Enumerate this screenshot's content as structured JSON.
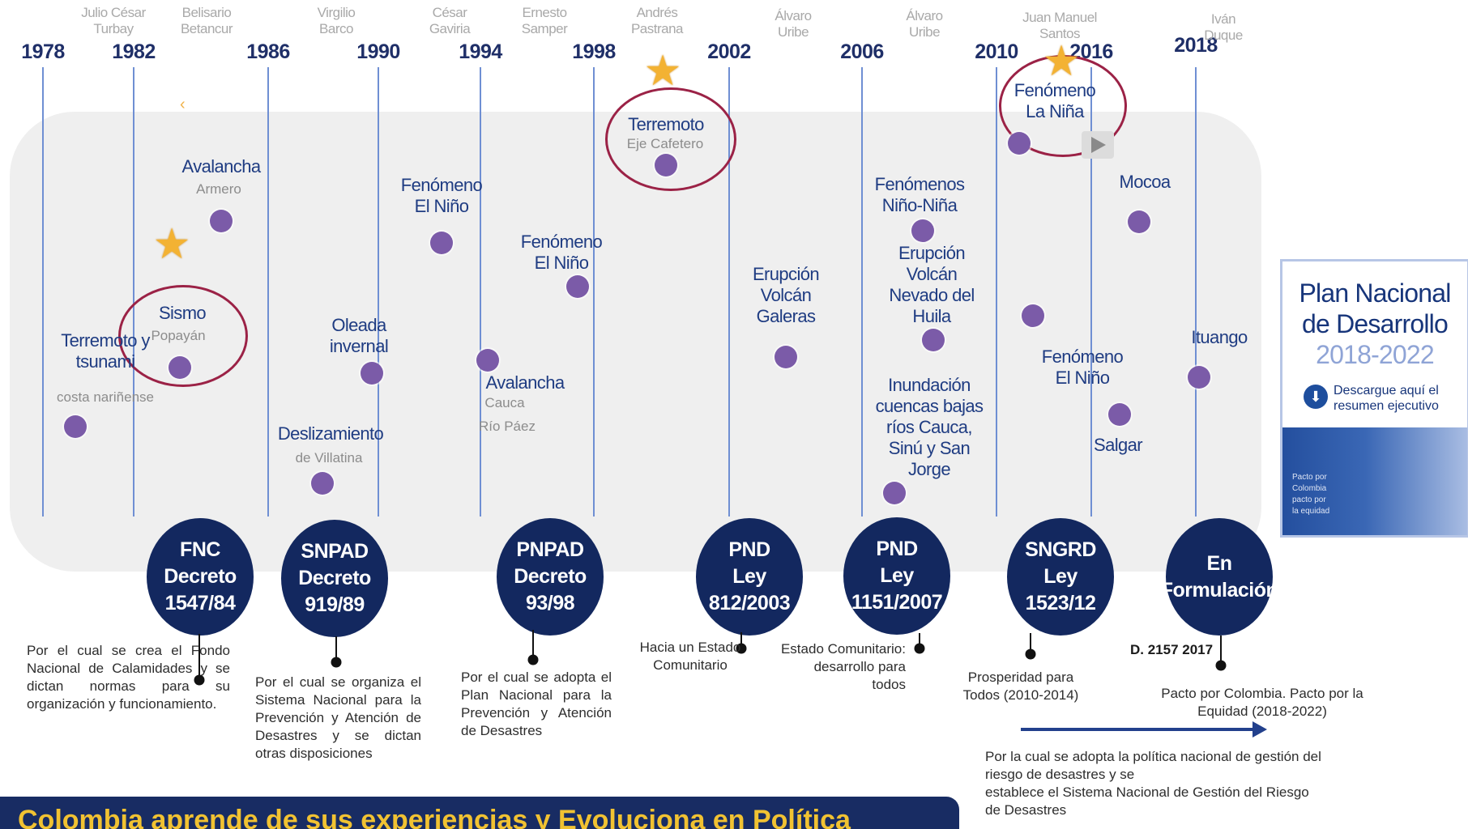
{
  "years": [
    "1978",
    "1982",
    "1986",
    "1990",
    "1994",
    "1998",
    "2002",
    "2006",
    "2010",
    "2016",
    "2018"
  ],
  "presidents": [
    {
      "lines": [
        "Julio César",
        "Turbay"
      ]
    },
    {
      "lines": [
        "Belisario",
        "Betancur"
      ]
    },
    {
      "lines": [
        "Virgilio",
        "Barco"
      ]
    },
    {
      "lines": [
        "César",
        "Gaviria"
      ]
    },
    {
      "lines": [
        "Ernesto",
        "Samper"
      ]
    },
    {
      "lines": [
        "Andrés",
        "Pastrana"
      ]
    },
    {
      "lines": [
        "Álvaro",
        "Uribe"
      ]
    },
    {
      "lines": [
        "Álvaro",
        "Uribe"
      ]
    },
    {
      "lines": [
        "Juan Manuel",
        "Santos"
      ]
    },
    {
      "lines": [
        "Iván",
        "Duque"
      ]
    }
  ],
  "events": {
    "terremoto_tsunami": {
      "title": [
        "Terremoto y",
        "tsunami"
      ],
      "sub": "costa nariñense"
    },
    "sismo": {
      "title": [
        "Sismo"
      ],
      "sub": "Popayán"
    },
    "avalancha_armero": {
      "title": [
        "Avalancha"
      ],
      "sub": "Armero"
    },
    "deslizamiento": {
      "title": [
        "Deslizamiento"
      ],
      "sub": "de Villatina"
    },
    "oleada": {
      "title": [
        "Oleada",
        "invernal"
      ]
    },
    "nino_1": {
      "title": [
        "Fenómeno",
        "El Niño"
      ]
    },
    "avalancha_cauca": {
      "title": [
        "Avalancha"
      ],
      "sub1": "Cauca",
      "sub2": "Río Páez"
    },
    "nino_2": {
      "title": [
        "Fenómeno",
        "El Niño"
      ]
    },
    "terremoto_cafetero": {
      "title": [
        "Terremoto"
      ],
      "sub": "Eje Cafetero"
    },
    "galeras": {
      "title": [
        "Erupción",
        "Volcán",
        "Galeras"
      ]
    },
    "nino_nina": {
      "title": [
        "Fenómenos",
        "Niño-Niña"
      ]
    },
    "huila": {
      "title": [
        "Erupción",
        "Volcán",
        "Nevado del",
        "Huila"
      ]
    },
    "inundacion": {
      "title": [
        "Inundación",
        "cuencas bajas",
        "ríos Cauca,",
        "Sinú y San",
        "Jorge"
      ]
    },
    "la_nina": {
      "title": [
        "Fenómeno",
        "La Niña"
      ]
    },
    "nino_3": {
      "title": [
        "Fenómeno",
        "El Niño"
      ]
    },
    "salgar": {
      "title": [
        "Salgar"
      ]
    },
    "mocoa": {
      "title": [
        "Mocoa"
      ]
    },
    "ituango": {
      "title": [
        "Ituango"
      ]
    }
  },
  "milestones": [
    {
      "lines": [
        "FNC",
        "Decreto",
        "1547/84"
      ]
    },
    {
      "lines": [
        "SNPAD",
        "Decreto",
        "919/89"
      ]
    },
    {
      "lines": [
        "PNPAD",
        "Decreto",
        "93/98"
      ]
    },
    {
      "lines": [
        "PND",
        "Ley",
        "812/2003"
      ]
    },
    {
      "lines": [
        "PND",
        "Ley",
        "1151/2007"
      ]
    },
    {
      "lines": [
        "SNGRD",
        "Ley",
        "1523/12"
      ]
    },
    {
      "lines": [
        "En",
        "Formulación"
      ]
    }
  ],
  "descriptions": {
    "fnc": [
      "Por el cual se crea el Fondo",
      "Nacional de Calamidades y se",
      "dictan normas para su",
      "organización y funcionamiento."
    ],
    "snpad": [
      "Por el cual se organiza el",
      "Sistema Nacional para la",
      "Prevención y Atención de",
      "Desastres y se dictan",
      "otras disposiciones"
    ],
    "pnpad": [
      "Por el cual se adopta el",
      "Plan Nacional para la",
      "Prevención y Atención",
      "de Desastres"
    ],
    "pnd_2003": [
      "Hacia un Estado",
      "Comunitario"
    ],
    "pnd_2007": [
      "Estado Comunitario:",
      "desarrollo para",
      "todos"
    ],
    "sngrd": [
      "Prosperidad para",
      "Todos (2010-2014)"
    ],
    "decree_2017": "D. 2157 2017",
    "pnd_2018": [
      "Pacto por Colombia. Pacto por la",
      "Equidad (2018-2022)"
    ],
    "ley_1523": [
      "Por la cual se adopta la política nacional de gestión del",
      "riesgo de desastres y se",
      "establece el Sistema Nacional de Gestión del Riesgo",
      "de Desastres"
    ]
  },
  "plan_card": {
    "title": [
      "Plan Nacional",
      "de Desarrollo"
    ],
    "years": "2018-2022",
    "download": [
      "Descargue aquí el",
      "resumen ejecutivo"
    ],
    "footer": [
      "Pacto por",
      "Colombia",
      "pacto por",
      "la equidad"
    ]
  },
  "icons": {
    "star": "star-icon",
    "download": "download-icon",
    "play": "play-icon"
  },
  "colors": {
    "navy": "#13285f",
    "event_text": "#1f3c82",
    "dot": "#7b5ba8",
    "ring": "#9b2246",
    "star": "#f3b233",
    "timeline_line": "#6f8fd3",
    "banner_text": "#f1c232"
  },
  "banner": "Colombia aprende de sus experiencias y Evoluciona en Política"
}
